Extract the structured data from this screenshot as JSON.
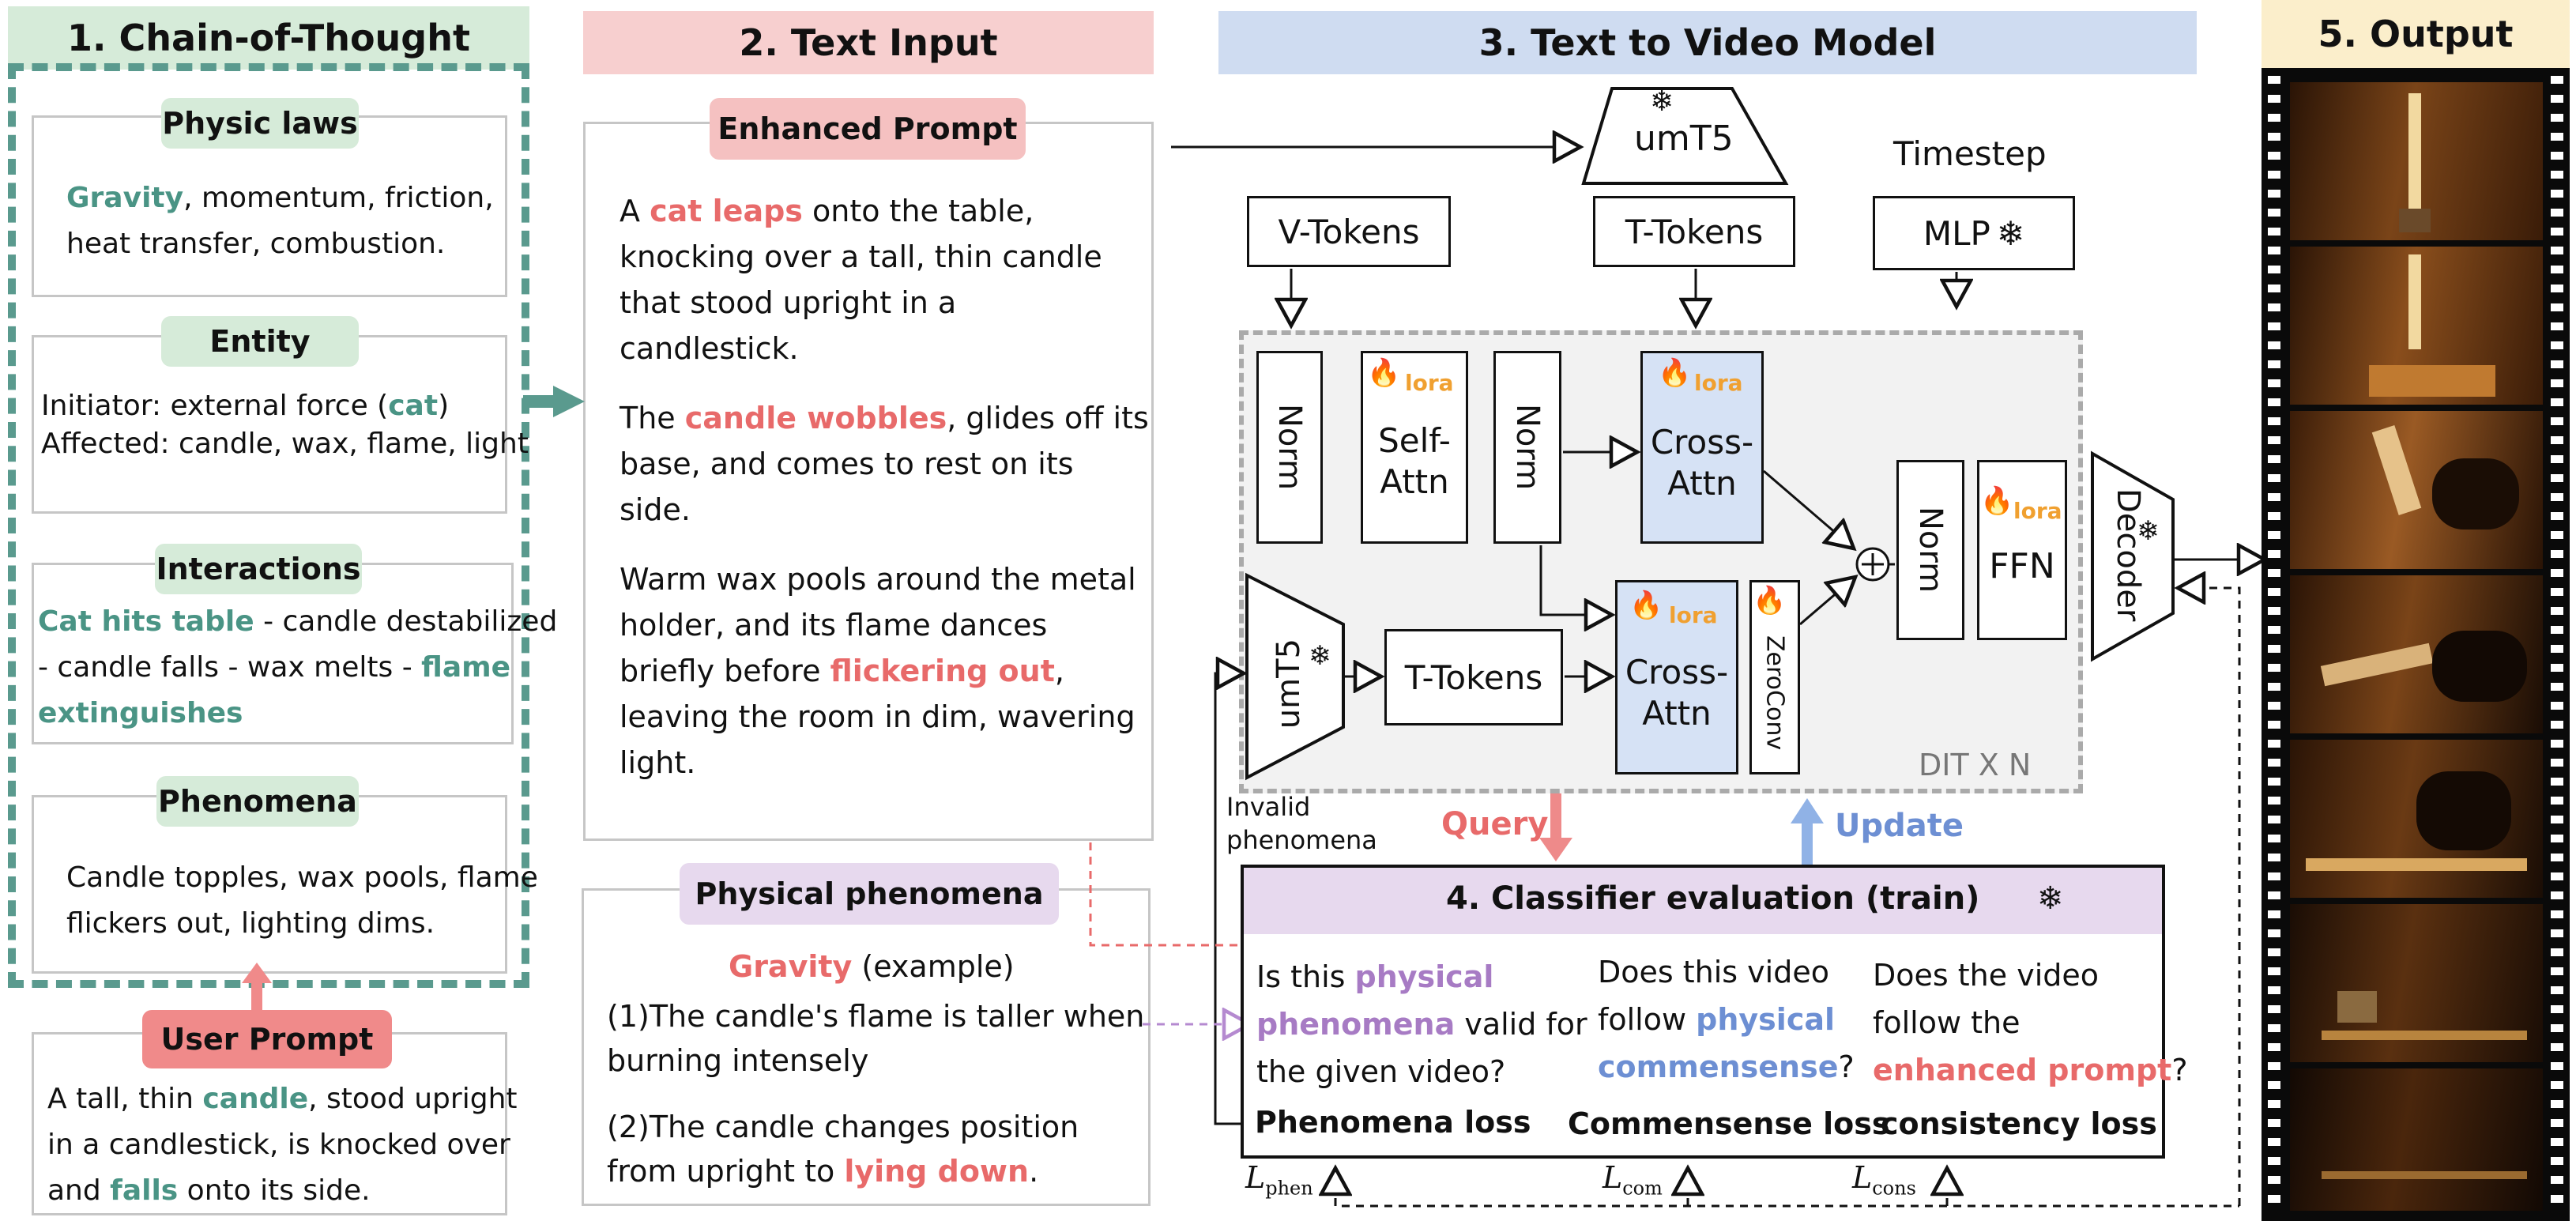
{
  "headers": {
    "cot": "1. Chain-of-Thought",
    "text_input": "2. Text Input",
    "t2v_model": "3. Text to Video Model",
    "output": "5. Output"
  },
  "cot": {
    "physic_laws": {
      "title": "Physic laws",
      "highlight": "Gravity",
      "rest_line1": ", momentum, friction,",
      "line2": "heat transfer, combustion."
    },
    "entity": {
      "title": "Entity",
      "line1_pre": "Initiator: external force (",
      "line1_hl": "cat",
      "line1_post": ")",
      "line2": "Affected: candle, wax, flame, light"
    },
    "interactions": {
      "title": "Interactions",
      "hl1": "Cat hits table",
      "mid1": " - candle destabilized",
      "mid2": " - candle falls - wax melts - ",
      "hl2": "flame",
      "hl3": "extinguishes"
    },
    "phenomena": {
      "title": "Phenomena",
      "line1": "Candle topples, wax pools, flame",
      "line2": "flickers out, lighting dims."
    }
  },
  "user_prompt": {
    "title": "User Prompt",
    "l1_pre": "A tall, thin ",
    "l1_hl": "candle",
    "l1_post": ",  stood  upright",
    "l2": "in a candlestick, is knocked over",
    "l3_pre": "and ",
    "l3_hl": "falls",
    "l3_post": " onto its side."
  },
  "enhanced_prompt": {
    "title": "Enhanced Prompt",
    "p1_pre": "A ",
    "p1_hl": "cat leaps",
    "p1_post": " onto the table,",
    "p1_l2": "knocking over a tall, thin candle",
    "p1_l3": "that stood upright in a",
    "p1_l4": "candlestick.",
    "p2_pre": "The ",
    "p2_hl": "candle wobbles",
    "p2_post": ", glides off its",
    "p2_l2": "base, and comes to rest on its",
    "p2_l3": "side.",
    "p3_l1": "Warm wax pools around the metal",
    "p3_l2": "holder, and its flame dances",
    "p3_pre": "briefly before ",
    "p3_hl": "flickering out",
    "p3_post": ",",
    "p3_l4": "leaving the room in dim, wavering",
    "p3_l5": "light."
  },
  "physical_phenomena": {
    "title": "Physical phenomena",
    "ex_hl": "Gravity",
    "ex_post": " (example)",
    "item1_l1": "(1)The candle's flame is taller when",
    "item1_l2": "burning intensely",
    "item2_l1": "(2)The candle changes position",
    "item2_pre": "from upright to ",
    "item2_hl": "lying down",
    "item2_post": "."
  },
  "model": {
    "umt5_top": "umT5",
    "timestep": "Timestep",
    "v_tokens": "V-Tokens",
    "t_tokens_top": "T-Tokens",
    "mlp": "MLP",
    "norm1": "Norm",
    "self_attn": "Self-\nAttn",
    "norm2": "Norm",
    "cross_attn1": "Cross-\nAttn",
    "norm3": "Norm",
    "ffn": "FFN",
    "umt5_side": "umT5",
    "t_tokens_mid": "T-Tokens",
    "cross_attn2": "Cross-\nAttn",
    "zeroconv": "ZeroConv",
    "decoder": "Decoder",
    "dit": "DIT X N",
    "lora": "lora",
    "invalid": "Invalid\nphenomena",
    "query": "Query",
    "update": "Update"
  },
  "classifier": {
    "title": "4. Classifier evaluation (train)",
    "q1_l1_pre": "Is this ",
    "q1_l1_hl": "physical",
    "q1_l2_hl": "phenomena",
    "q1_l2_post": " valid for",
    "q1_l3": "the given video?",
    "q2_l1": "Does this video",
    "q2_l2_pre": "follow ",
    "q2_l2_hl": "physical",
    "q2_l3_hl": "commensense",
    "q2_l3_post": "?",
    "q3_l1": "Does the video",
    "q3_l2": "follow the",
    "q3_l3_hl": "enhanced prompt",
    "q3_l3_post": "?",
    "loss1": "Phenomena loss",
    "loss2": "Commensense loss",
    "loss3": "consistency loss",
    "sym1": "L",
    "sub1": "phen",
    "sym2": "L",
    "sub2": "com",
    "sym3": "L",
    "sub3": "cons"
  },
  "colors": {
    "green": "#4a9485",
    "red": "#e86a6a",
    "purple": "#a77bc4",
    "blue": "#6d8fd3",
    "orange": "#f0a030"
  },
  "icons": [
    "snowflake-icon",
    "flame-icon",
    "plus-circle-icon",
    "film-strip-icon"
  ]
}
